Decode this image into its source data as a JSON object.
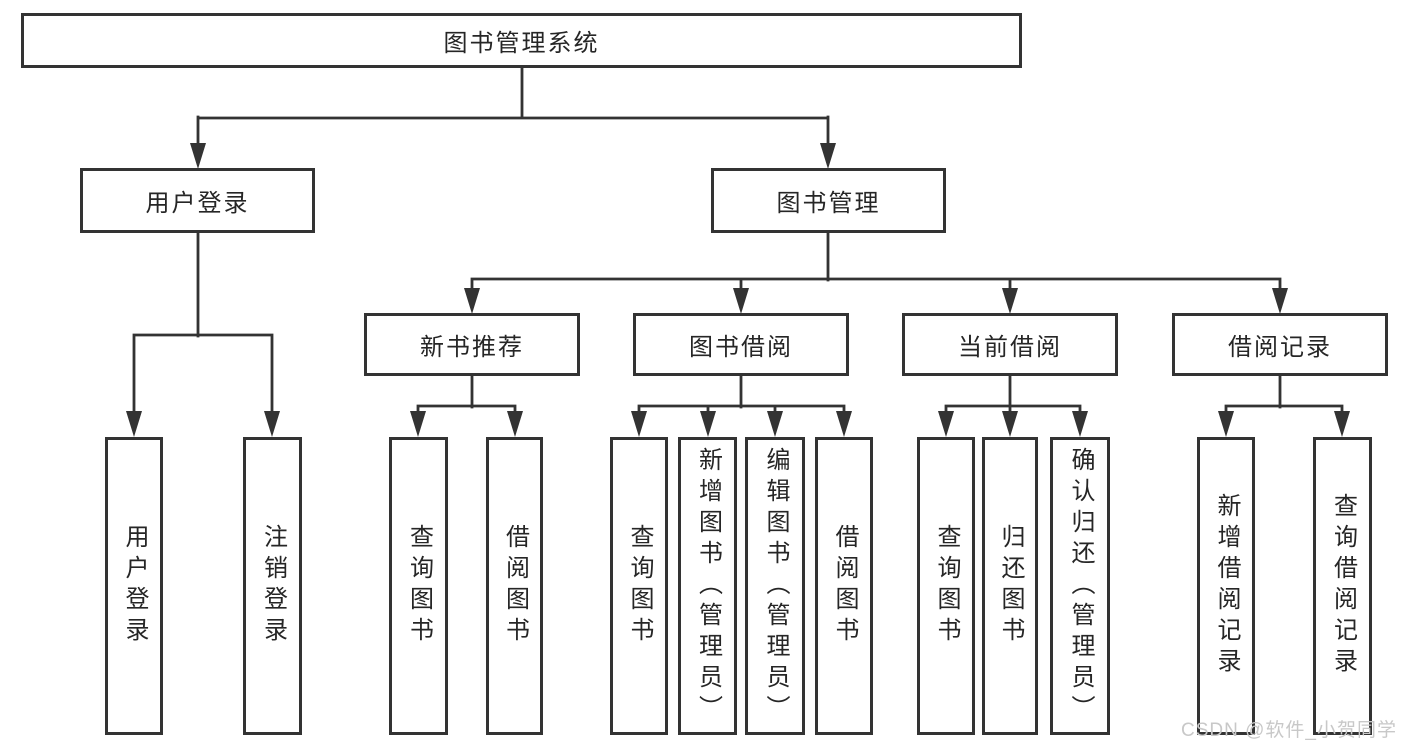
{
  "diagram": {
    "root": {
      "label": "图书管理系统"
    },
    "branches": [
      {
        "label": "用户登录",
        "children": [
          {
            "label": "用户登录"
          },
          {
            "label": "注销登录"
          }
        ]
      },
      {
        "label": "图书管理",
        "sections": [
          {
            "label": "新书推荐",
            "children": [
              {
                "label": "查询图书"
              },
              {
                "label": "借阅图书"
              }
            ]
          },
          {
            "label": "图书借阅",
            "children": [
              {
                "label": "查询图书"
              },
              {
                "label": "新增图书（管理员）"
              },
              {
                "label": "编辑图书（管理员）"
              },
              {
                "label": "借阅图书"
              }
            ]
          },
          {
            "label": "当前借阅",
            "children": [
              {
                "label": "查询图书"
              },
              {
                "label": "归还图书"
              },
              {
                "label": "确认归还（管理员）"
              }
            ]
          },
          {
            "label": "借阅记录",
            "children": [
              {
                "label": "新增借阅记录"
              },
              {
                "label": "查询借阅记录"
              }
            ]
          }
        ]
      }
    ]
  },
  "watermark": {
    "text": "CSDN @软件_小贺同学"
  },
  "colors": {
    "line": "#333333",
    "text": "#262626",
    "box_bg": "#ffffff",
    "watermark": "#c8c8c8"
  }
}
